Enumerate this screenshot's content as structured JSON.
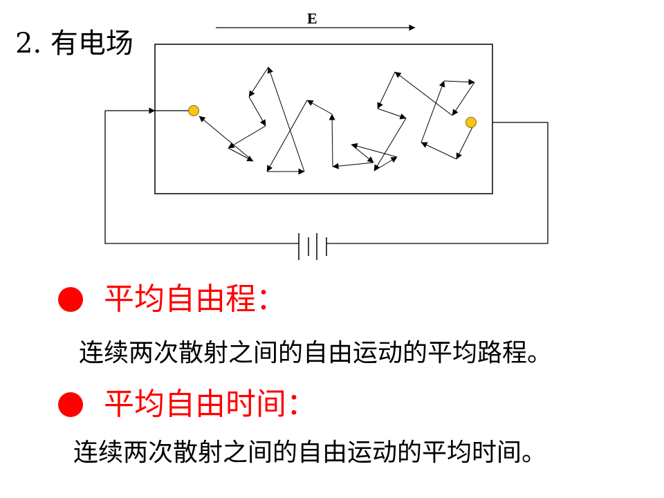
{
  "heading": "2. 有电场",
  "diagram": {
    "field_label": "E"
  },
  "terms": [
    {
      "term": "平均自由程：",
      "definition": "连续两次散射之间的自由运动的平均路程。"
    },
    {
      "term": "平均自由时间：",
      "definition": "连续两次散射之间的自由运动的平均时间。"
    }
  ],
  "colors": {
    "term": "#ff0000",
    "particle": "#f5c518",
    "line": "#000000"
  }
}
